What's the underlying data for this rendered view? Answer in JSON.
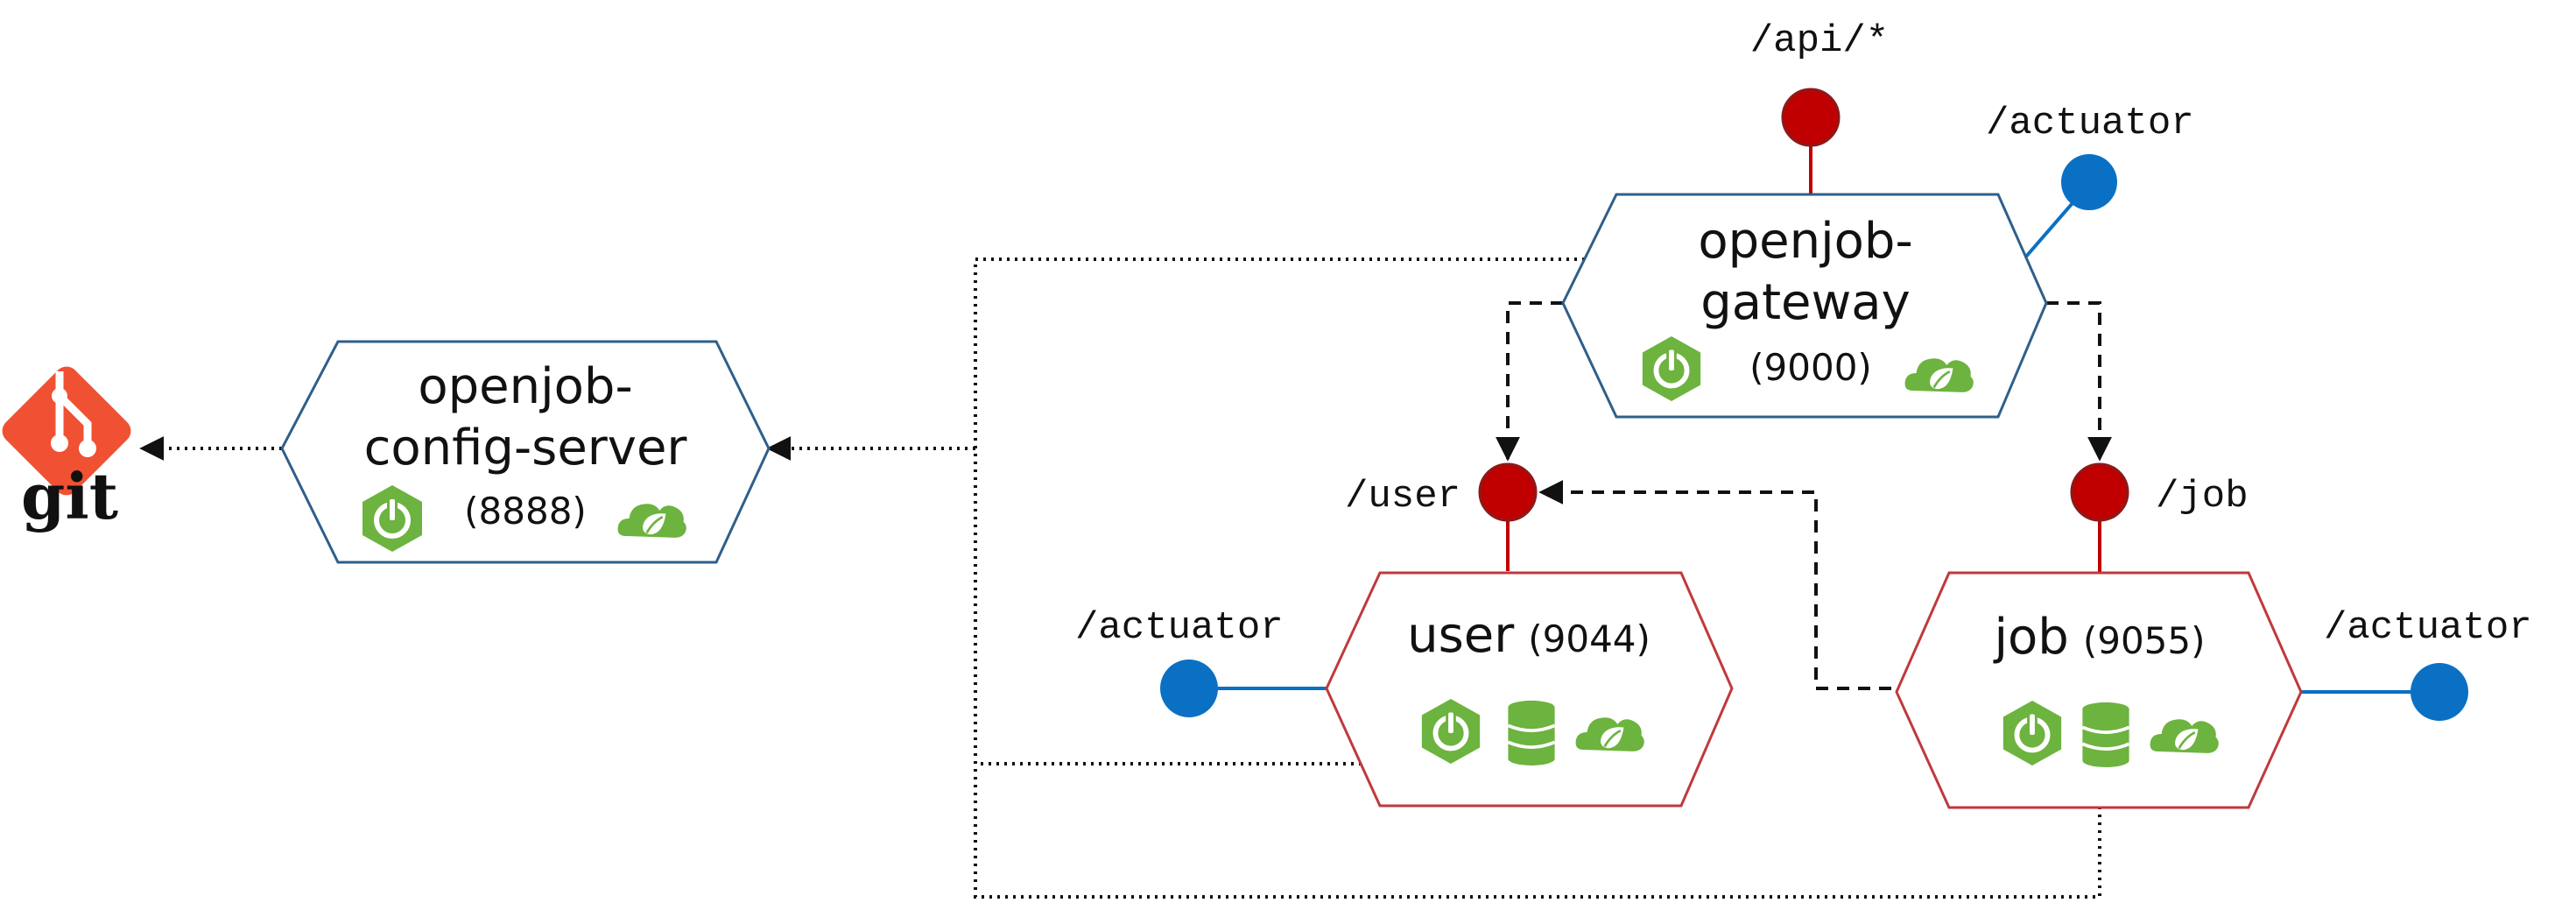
{
  "colors": {
    "gateway_border": "#2f5f8a",
    "service_border": "#c0393b",
    "red_endpoint": "#c00000",
    "red_endpoint_stroke": "#8b1a1a",
    "blue_endpoint": "#0a70c4",
    "spring_green": "#6db33f",
    "git_orange": "#f05133",
    "line": "#111111"
  },
  "icons": {
    "power": "spring-boot-power-icon",
    "database": "database-icon",
    "leaf": "spring-cloud-leaf-icon",
    "git": "git-logo-icon"
  },
  "git": {
    "label": "git"
  },
  "config_server": {
    "name_line1": "openjob-",
    "name_line2": "config-server",
    "port": "(8888)"
  },
  "gateway": {
    "name_line1": "openjob-",
    "name_line2": "gateway",
    "port": "(9000)",
    "endpoint_api": "/api/*",
    "endpoint_actuator": "/actuator"
  },
  "user_service": {
    "name": "user",
    "port": "(9044)",
    "endpoint_route": "/user",
    "endpoint_actuator": "/actuator"
  },
  "job_service": {
    "name": "job",
    "port": "(9055)",
    "endpoint_route": "/job",
    "endpoint_actuator": "/actuator"
  }
}
